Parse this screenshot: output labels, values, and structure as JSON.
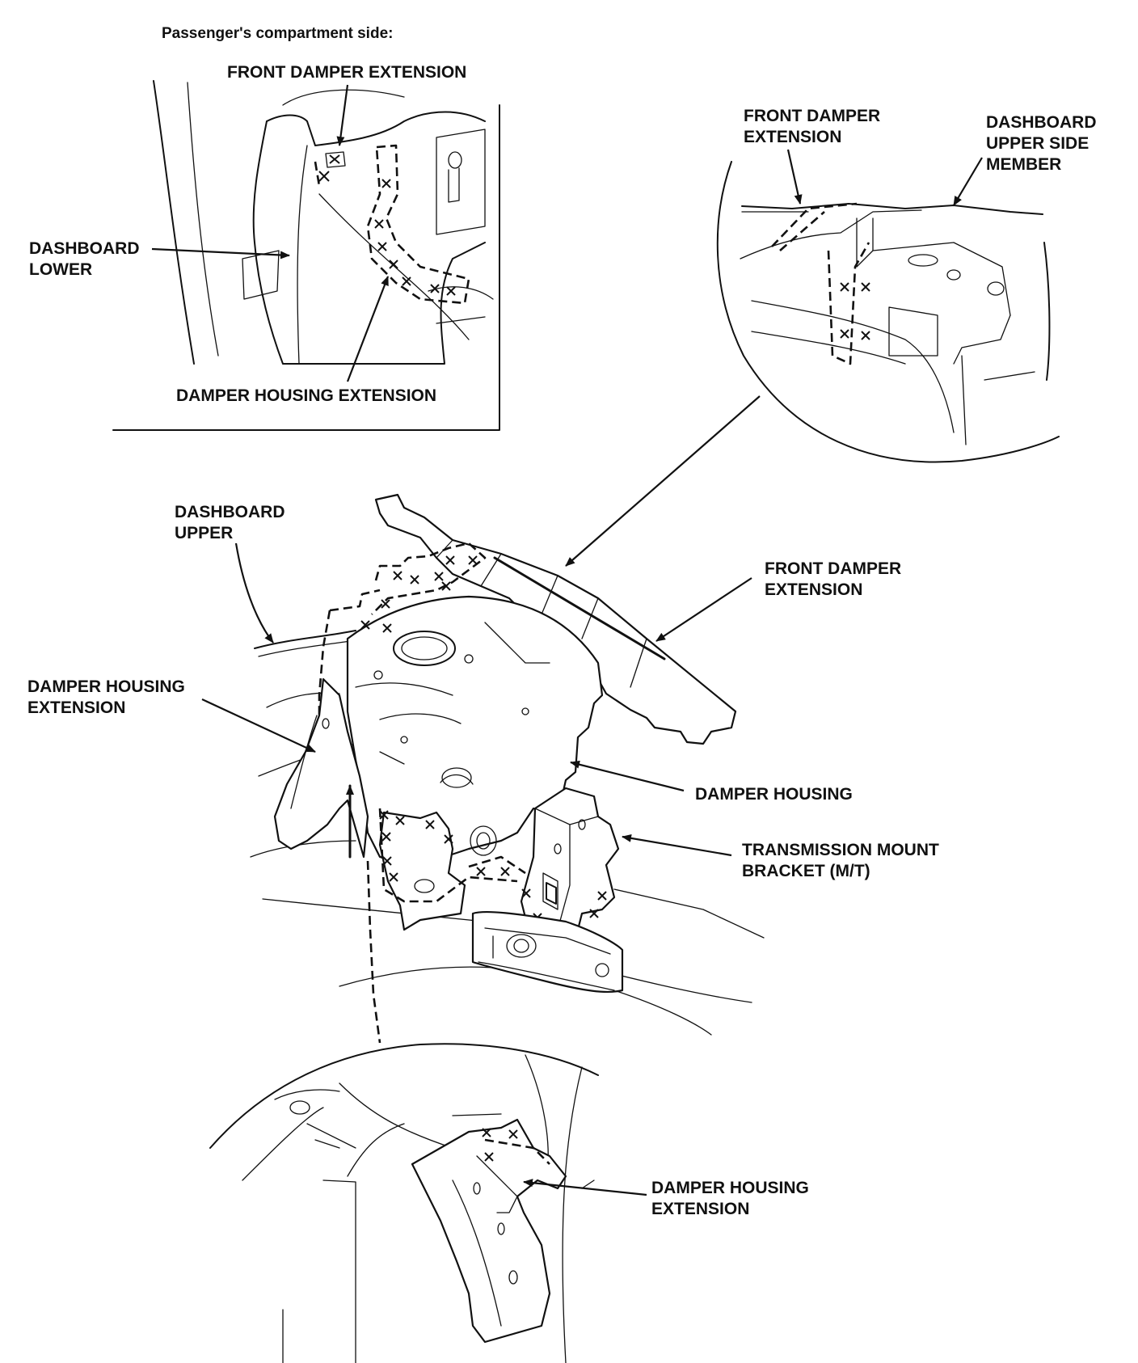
{
  "header": {
    "title": "Passenger's compartment side:"
  },
  "inset_top_left": {
    "label_front_damper_extension": "FRONT DAMPER EXTENSION",
    "label_dashboard_lower_1": "DASHBOARD",
    "label_dashboard_lower_2": "LOWER",
    "label_damper_housing_extension": "DAMPER HOUSING EXTENSION"
  },
  "inset_top_right": {
    "label_front_damper_extension_1": "FRONT DAMPER",
    "label_front_damper_extension_2": "EXTENSION",
    "label_dashboard_upper_side_member_1": "DASHBOARD",
    "label_dashboard_upper_side_member_2": "UPPER SIDE",
    "label_dashboard_upper_side_member_3": "MEMBER"
  },
  "main_view": {
    "label_dashboard_upper_1": "DASHBOARD",
    "label_dashboard_upper_2": "UPPER",
    "label_front_damper_extension_1": "FRONT DAMPER",
    "label_front_damper_extension_2": "EXTENSION",
    "label_damper_housing_extension_1": "DAMPER HOUSING",
    "label_damper_housing_extension_2": "EXTENSION",
    "label_damper_housing": "DAMPER HOUSING",
    "label_transmission_mount_bracket_1": "TRANSMISSION MOUNT",
    "label_transmission_mount_bracket_2": "BRACKET (M/T)"
  },
  "inset_bottom": {
    "label_damper_housing_extension_1": "DAMPER HOUSING",
    "label_damper_housing_extension_2": "EXTENSION"
  }
}
